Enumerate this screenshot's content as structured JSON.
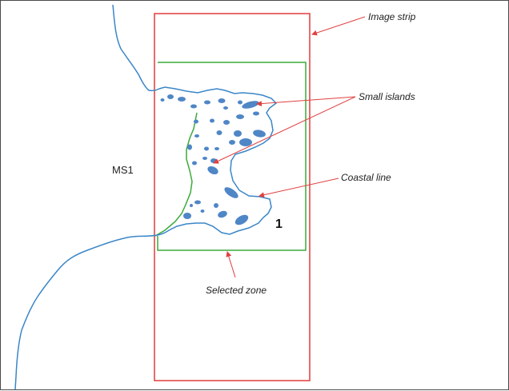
{
  "labels": {
    "image_strip": "Image strip",
    "small_islands": "Small islands",
    "coastal_line": "Coastal line",
    "selected_zone": "Selected zone",
    "ms1": "MS1",
    "zone_number": "1"
  },
  "colors": {
    "image_strip": "#e03c3c",
    "selected_zone": "#3caa3c",
    "coastline": "#3a86c8",
    "islands": "#4f86c6",
    "arrows": "#e04040"
  }
}
